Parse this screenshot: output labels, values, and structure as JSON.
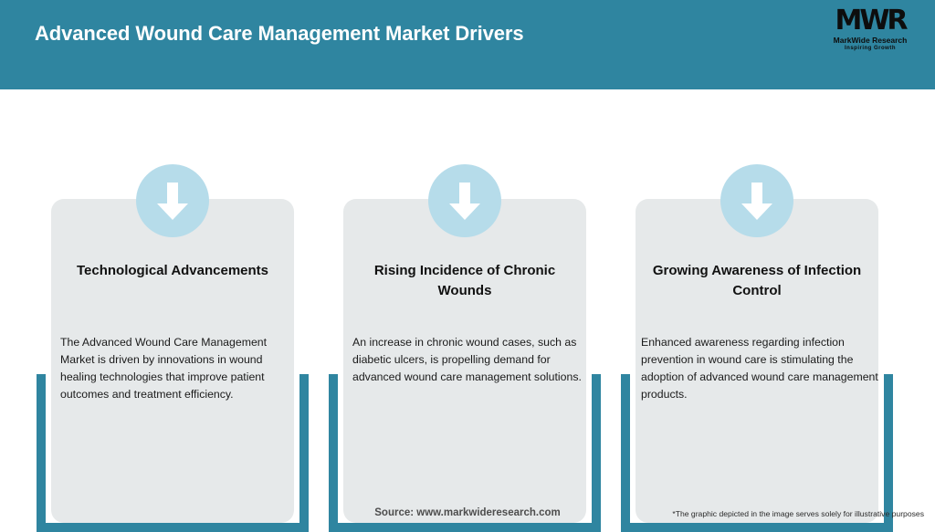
{
  "header": {
    "title": "Advanced Wound Care Management Market Drivers",
    "logo": {
      "mark": "MWR",
      "name": "MarkWide Research",
      "tagline": "Inspiring Growth"
    },
    "background_color": "#2f85a0"
  },
  "theme": {
    "teal": "#2f85a0",
    "panel_gray": "#e6e9ea",
    "badge_blue": "#b6dcea",
    "arrow_white": "#ffffff"
  },
  "cards": [
    {
      "icon": "down-arrow-icon",
      "title": "Technological Advancements",
      "body": "The Advanced Wound Care Management Market is driven by innovations in wound healing technologies that improve patient outcomes and treatment efficiency."
    },
    {
      "icon": "down-arrow-icon",
      "title": "Rising Incidence of Chronic Wounds",
      "body": "An increase in chronic wound cases, such as diabetic ulcers, is propelling demand for advanced wound care management solutions."
    },
    {
      "icon": "down-arrow-icon",
      "title": "Growing Awareness of Infection Control",
      "body": "Enhanced awareness regarding infection prevention in wound care is stimulating the adoption of advanced wound care management products."
    }
  ],
  "footer": {
    "source": "Source: www.markwideresearch.com",
    "disclaimer": "*The graphic depicted in the image serves solely for illustrative purposes"
  }
}
